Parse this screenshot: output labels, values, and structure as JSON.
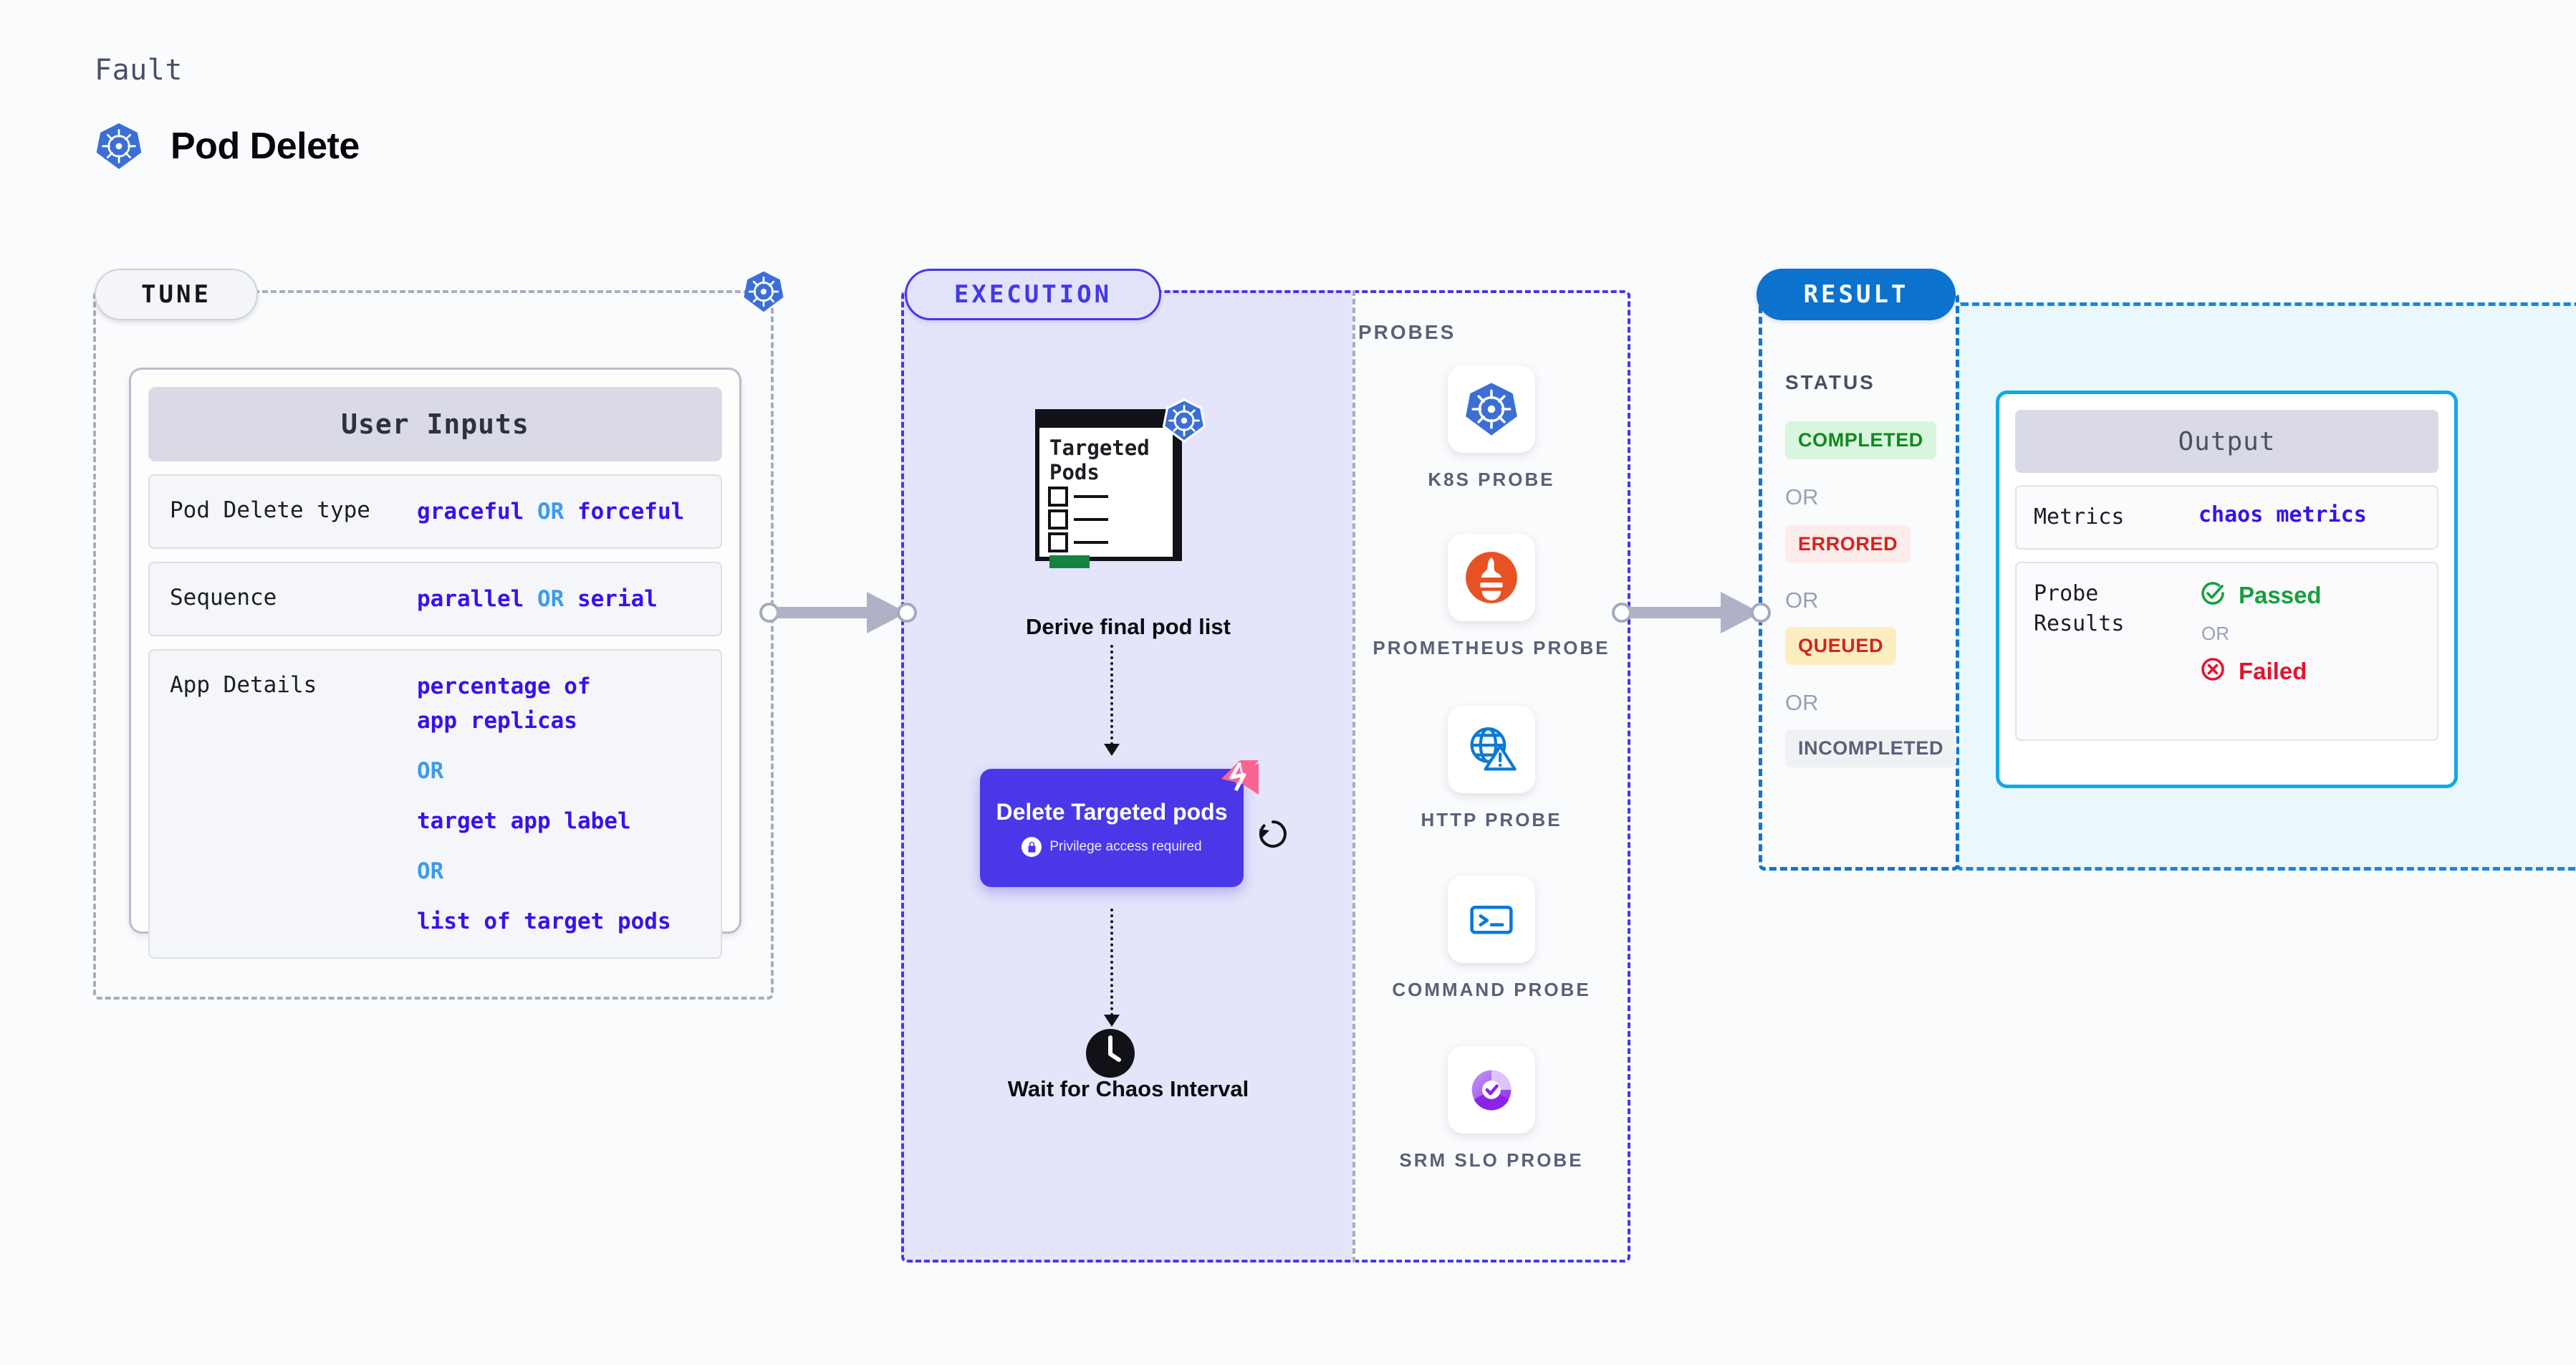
{
  "header": {
    "fault_label": "Fault",
    "title": "Pod Delete",
    "icon": "kubernetes-icon"
  },
  "tune": {
    "pill_label": "TUNE",
    "badge_icon": "kubernetes-icon",
    "card": {
      "heading": "User Inputs",
      "rows": [
        {
          "key": "Pod Delete type",
          "values": [
            "graceful",
            "forceful"
          ],
          "separator": "OR",
          "layout": "inline"
        },
        {
          "key": "Sequence",
          "values": [
            "parallel",
            "serial"
          ],
          "separator": "OR",
          "layout": "inline"
        },
        {
          "key": "App Details",
          "values": [
            "percentage of app replicas",
            "target app label",
            "list of target pods"
          ],
          "separator": "OR",
          "layout": "block"
        }
      ]
    }
  },
  "execution": {
    "pill_label": "EXECUTION",
    "steps": [
      {
        "icon": "targeted-pods-document-icon",
        "doc_title": "Targeted Pods",
        "badge_icon": "kubernetes-icon",
        "caption": "Derive final pod list"
      },
      {
        "icon": "harness-pink-badge-icon",
        "title": "Delete Targeted pods",
        "sub_icon": "lock-icon",
        "sub_label": "Privilege access required",
        "side_icon": "reload-icon"
      },
      {
        "icon": "clock-icon",
        "caption": "Wait for Chaos Interval"
      }
    ]
  },
  "probes": {
    "title": "PROBES",
    "items": [
      {
        "icon": "kubernetes-icon",
        "label": "K8S PROBE"
      },
      {
        "icon": "prometheus-icon",
        "label": "PROMETHEUS PROBE"
      },
      {
        "icon": "globe-warning-icon",
        "label": "HTTP PROBE"
      },
      {
        "icon": "terminal-icon",
        "label": "COMMAND PROBE"
      },
      {
        "icon": "srm-slo-donut-icon",
        "label": "SRM SLO PROBE"
      }
    ]
  },
  "result": {
    "pill_label": "RESULT",
    "status_title": "STATUS",
    "separator": "OR",
    "statuses": [
      {
        "label": "COMPLETED",
        "bg": "#d8f5dd",
        "fg": "#11881f"
      },
      {
        "label": "ERRORED",
        "bg": "#fdecec",
        "fg": "#d3241d"
      },
      {
        "label": "QUEUED",
        "bg": "#fdeec2",
        "fg": "#d3241d"
      },
      {
        "label": "INCOMPLETED",
        "bg": "#f0f1f5",
        "fg": "#5a6078"
      }
    ]
  },
  "output": {
    "heading": "Output",
    "metrics": {
      "key": "Metrics",
      "value": "chaos metrics"
    },
    "probe_results": {
      "key": "Probe Results",
      "separator": "OR",
      "pass": {
        "label": "Passed",
        "icon": "check-circle-icon",
        "color": "#14a03c"
      },
      "fail": {
        "label": "Failed",
        "icon": "x-circle-icon",
        "color": "#e4142b"
      }
    }
  },
  "connectors": [
    {
      "name": "tune-to-execution",
      "from": "tune",
      "to": "execution"
    },
    {
      "name": "execution-to-result",
      "from": "execution",
      "to": "result"
    }
  ],
  "colors": {
    "page_bg": "#fafbfd",
    "tune_dash": "#a8adbd",
    "execution_dash": "#4338e8",
    "execution_fill": "#e4e4fb",
    "result_dash": "#1274cf",
    "output_dash": "#1b83e0",
    "output_fill": "#eaf8fe",
    "value_blue": "#3513ef",
    "or_blue": "#3b9bf0",
    "purple_card": "#4a38e8",
    "pink_badge": "#fb6491",
    "k8s_blue": "#3b6fd6"
  }
}
